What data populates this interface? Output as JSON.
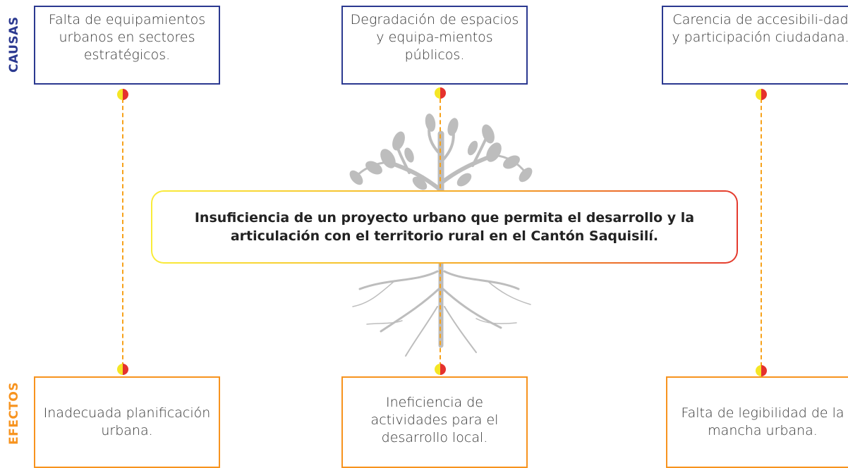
{
  "labels": {
    "causes": "CAUSAS",
    "effects": "EFECTOS"
  },
  "causes": [
    "Falta de equipamientos urbanos en sectores estratégicos.",
    "Degradación de espacios y equipa-mientos públicos.",
    "Carencia de accesibili-dad y participación ciudadana."
  ],
  "problem": "Insuficiencia de un proyecto urbano que permita el desarrollo y la articulación con el territorio rural en el Cantón Saquisilí.",
  "effects": [
    "Inadecuada planificación urbana.",
    "Ineficiencia de actividades para el desarrollo local.",
    "Falta de legibilidad de la mancha urbana."
  ],
  "colors": {
    "cause_border": "#2b3990",
    "effect_border": "#f7931e",
    "connector": "#f7a21b",
    "dot_left": "#f5e625",
    "dot_right": "#e5322d",
    "tree": "#bdbdbd"
  }
}
